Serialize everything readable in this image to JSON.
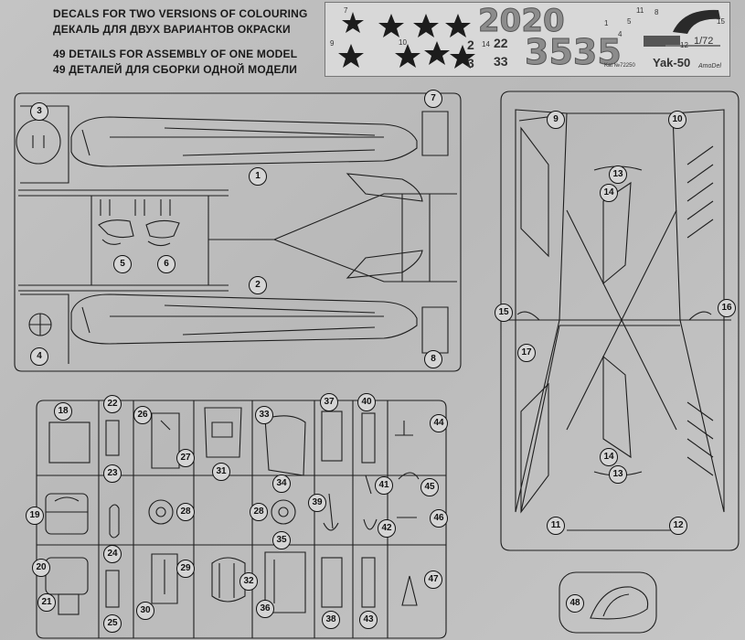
{
  "header": {
    "line1": "DECALS FOR TWO VERSIONS OF COLOURING",
    "line2": "ДЕКАЛЬ ДЛЯ ДВУХ ВАРИАНТОВ ОКРАСКИ",
    "line3": "49 DETAILS FOR ASSEMBLY OF ONE MODEL",
    "line4": "49 ДЕТАЛЕЙ ДЛЯ СБОРКИ ОДНОЙ МОДЕЛИ"
  },
  "decal_sheet": {
    "big_numbers": [
      "2020",
      "3535"
    ],
    "small_numbers": [
      "2",
      "14",
      "22",
      "3",
      "33",
      "7",
      "10",
      "11",
      "12",
      "5",
      "9",
      "8",
      "15",
      "1",
      "4"
    ],
    "scale": "1/72",
    "model_name": "Yak-50",
    "catalog": "Kat №72250",
    "brand": "AmoDel"
  },
  "part_numbers": [
    "1",
    "2",
    "3",
    "4",
    "5",
    "6",
    "7",
    "8",
    "9",
    "10",
    "11",
    "12",
    "13",
    "14",
    "15",
    "16",
    "17",
    "18",
    "19",
    "20",
    "21",
    "22",
    "23",
    "24",
    "25",
    "26",
    "27",
    "28",
    "29",
    "30",
    "31",
    "32",
    "33",
    "34",
    "35",
    "36",
    "37",
    "38",
    "39",
    "40",
    "41",
    "42",
    "43",
    "44",
    "45",
    "46",
    "47",
    "48"
  ]
}
